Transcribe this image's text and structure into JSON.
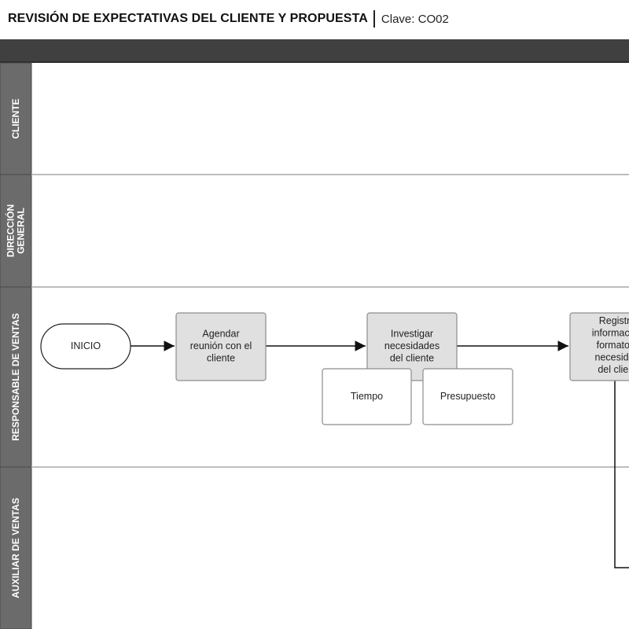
{
  "header": {
    "title": "REVISIÓN DE EXPECTATIVAS DEL CLIENTE Y PROPUESTA",
    "clave": "Clave: CO02"
  },
  "lanes": [
    {
      "id": "cliente",
      "lines": [
        "CLIENTE"
      ]
    },
    {
      "id": "direccion-general",
      "lines": [
        "DIRECCIÓN",
        "GENERAL"
      ]
    },
    {
      "id": "responsable-de-ventas",
      "lines": [
        "RESPONSABLE DE VENTAS"
      ]
    },
    {
      "id": "auxiliar-de-ventas",
      "lines": [
        "AUXILIAR DE VENTAS"
      ]
    }
  ],
  "nodes": [
    {
      "id": "inicio",
      "shape": "terminator",
      "lines": [
        "INICIO"
      ]
    },
    {
      "id": "agendar-reunion",
      "shape": "process",
      "lines": [
        "Agendar",
        "reunión con el",
        "cliente"
      ]
    },
    {
      "id": "investigar-necesidades",
      "shape": "process",
      "lines": [
        "Investigar",
        "necesidades",
        "del cliente"
      ]
    },
    {
      "id": "tiempo",
      "shape": "note",
      "lines": [
        "Tiempo"
      ]
    },
    {
      "id": "presupuesto",
      "shape": "note",
      "lines": [
        "Presupuesto"
      ]
    },
    {
      "id": "registrar-informacion",
      "shape": "process",
      "lines": [
        "Registra",
        "información",
        "formato d",
        "necesidad",
        "del client"
      ]
    }
  ],
  "edges": [
    {
      "from": "inicio",
      "to": "agendar-reunion"
    },
    {
      "from": "agendar-reunion",
      "to": "investigar-necesidades"
    },
    {
      "from": "investigar-necesidades",
      "to": "registrar-informacion"
    },
    {
      "from": "registrar-informacion",
      "to": "auxiliar-de-ventas"
    }
  ],
  "colors": {
    "lane_header": "#6b6b6b",
    "lane_header_border": "#4a4a4a",
    "lane_divider": "#bdbdbd",
    "process_fill": "#e0e0e0",
    "node_stroke": "#8c8c8c",
    "note_fill": "#ffffff",
    "line": "#111111",
    "lane_text": "#ffffff"
  }
}
